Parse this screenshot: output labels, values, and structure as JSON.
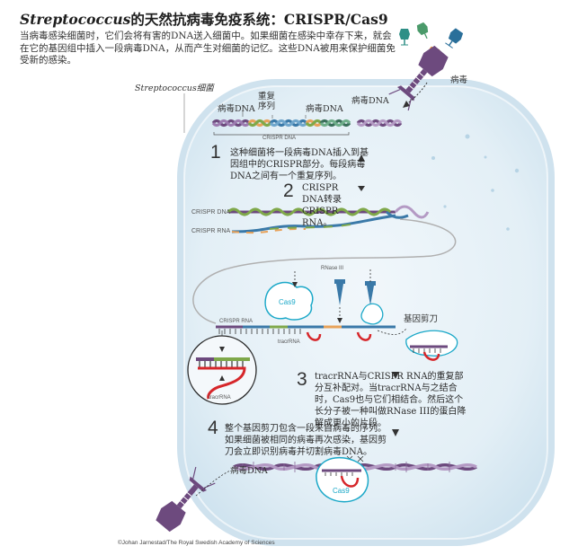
{
  "title": {
    "italic": "Streptococcus",
    "rest": "的天然抗病毒免疫系统：CRISPR/Cas9"
  },
  "intro": "当病毒感染细菌时，它们会将有害的DNA送入细菌中。如果细菌在感染中幸存下来，就会在它的基因组中插入一段病毒DNA，从而产生对细菌的记忆。这些DNA被用来保护细菌免受新的感染。",
  "labels": {
    "bacterium": "Streptococcus细菌",
    "virus": "病毒",
    "viral_dna_1": "病毒DNA",
    "repeat": "重复\n序列",
    "viral_dna_2": "病毒DNA",
    "viral_dna_3": "病毒DNA",
    "crispr_dna_small": "CRISPR DNA",
    "crispr_dna": "CRISPR DNA",
    "crispr_rna": "CRISPR RNA",
    "crispr_rna_2": "CRISPR RNA",
    "rnase": "RNase III",
    "cas9_1": "Cas9",
    "cas9_2": "Cas9",
    "tracrrna_1": "tracrRNA",
    "tracrrna_2": "tracrRNA",
    "scissors": "基因剪刀",
    "viral_dna_4": "病毒DNA"
  },
  "steps": [
    {
      "num": "1",
      "text": "这种细菌将一段病毒DNA插入到基因组中的CRISPR部分。每段病毒DNA之间有一个重复序列。"
    },
    {
      "num": "2",
      "text": "CRISPR DNA转录CRISPR RNA。"
    },
    {
      "num": "3",
      "text": "tracrRNA与CRISPR RNA的重复部分互补配对。当tracrRNA与之结合时，Cas9也与它们相结合。然后这个长分子被一种叫做RNase III的蛋白降解成更小的片段。"
    },
    {
      "num": "4",
      "text": "整个基因剪刀包含一段来自病毒的序列。如果细菌被相同的病毒再次感染，基因剪刀会立即识别病毒并切割病毒DNA。"
    }
  ],
  "credit": "©Johan Jarnestad/The Royal Swedish Academy of Sciences",
  "colors": {
    "cell_fill": "#dcebf4",
    "cell_outline": "#b9d6e6",
    "viral_dna": "#6d4a7e",
    "repeat_orange": "#e8a25a",
    "repeat_green": "#7fa84a",
    "rna_blue": "#3a79a8",
    "cas9": "#1ba8c8",
    "tracr": "#d6262a"
  },
  "icons": [
    "virus-icon",
    "bacteriophage-icon",
    "scissors-complex-icon",
    "rnase-iii-icon"
  ]
}
